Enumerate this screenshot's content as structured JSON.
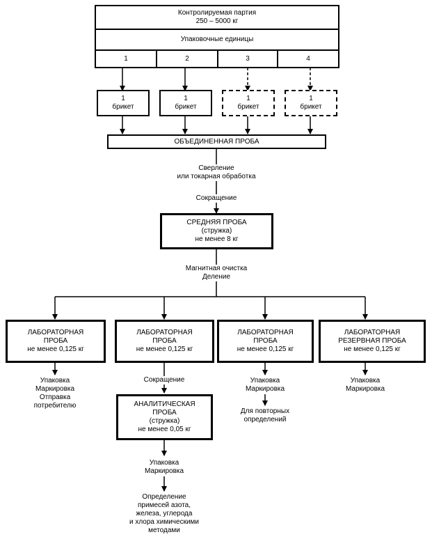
{
  "batch": {
    "line1": "Контролируемая партия",
    "line2": "250 – 5000 кг"
  },
  "units": {
    "label": "Упаковочные единицы",
    "cells": [
      "1",
      "2",
      "3",
      "4"
    ]
  },
  "briquettes": [
    {
      "num": "1",
      "word": "брикет"
    },
    {
      "num": "1",
      "word": "брикет"
    },
    {
      "num": "1",
      "word": "брикет"
    },
    {
      "num": "1",
      "word": "брикет"
    }
  ],
  "combined": {
    "label": "ОБЪЕДИНЕННАЯ ПРОБА"
  },
  "drilling": {
    "line1": "Сверление",
    "line2": "или токарная обработка"
  },
  "reduction1": {
    "label": "Сокращение"
  },
  "average": {
    "line1": "СРЕДНЯЯ ПРОБА",
    "line2": "(стружка)",
    "line3": "не менее 8 кг"
  },
  "magnetic": {
    "line1": "Магнитная очистка",
    "line2": "Деление"
  },
  "labs": [
    {
      "line1": "ЛАБОРАТОРНАЯ",
      "line2": "ПРОБА",
      "line3": "не менее 0,125 кг"
    },
    {
      "line1": "ЛАБОРАТОРНАЯ",
      "line2": "ПРОБА",
      "line3": "не менее 0,125 кг"
    },
    {
      "line1": "ЛАБОРАТОРНАЯ",
      "line2": "ПРОБА",
      "line3": "не менее 0,125 кг"
    },
    {
      "line1": "ЛАБОРАТОРНАЯ",
      "line2": "РЕЗЕРВНАЯ ПРОБА",
      "line3": "не менее 0,125 кг"
    }
  ],
  "lab1_note": {
    "line1": "Упаковка",
    "line2": "Маркировка",
    "line3": "Отправка",
    "line4": "потребителю"
  },
  "reduction2": {
    "label": "Сокращение"
  },
  "analytical": {
    "line1": "АНАЛИТИЧЕСКАЯ",
    "line2": "ПРОБА",
    "line3": "(стружка)",
    "line4": "не менее 0,05 кг"
  },
  "analytical_pack": {
    "line1": "Упаковка",
    "line2": "Маркировка"
  },
  "determination": {
    "line1": "Определение",
    "line2": "примесей азота,",
    "line3": "железа, углерода",
    "line4": "и хлора химическими",
    "line5": "методами"
  },
  "lab3_note": {
    "line1": "Упаковка",
    "line2": "Маркировка"
  },
  "repeat": {
    "line1": "Для повторных",
    "line2": "определений"
  },
  "lab4_note": {
    "line1": "Упаковка",
    "line2": "Маркировка"
  }
}
